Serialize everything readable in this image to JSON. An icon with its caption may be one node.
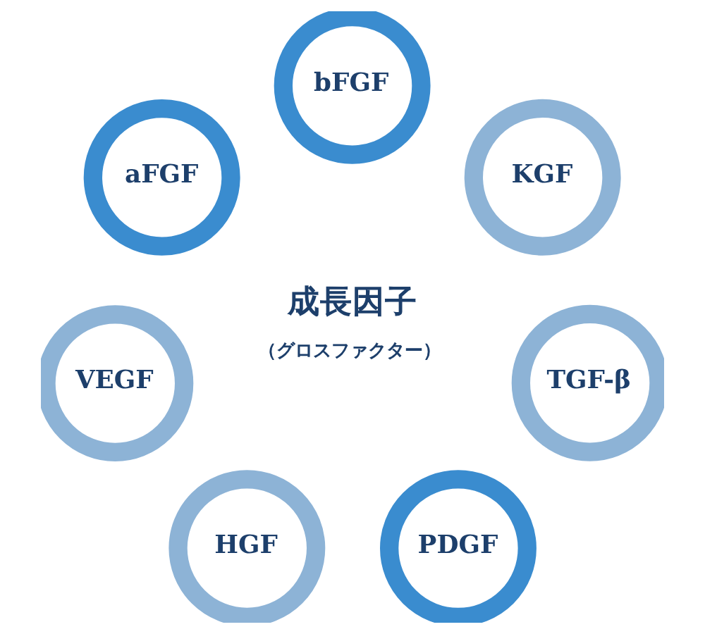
{
  "diagram": {
    "nodes": [
      {
        "text": [
          "bFGF"
        ]
      },
      {
        "text": [
          "KGF"
        ]
      },
      {
        "text": [
          "TGF-β"
        ]
      },
      {
        "text": [
          "PDGF"
        ]
      },
      {
        "text": [
          "HGF"
        ]
      },
      {
        "text": [
          "VEGF"
        ]
      },
      {
        "text": [
          "aFGF"
        ]
      }
    ],
    "labels": [
      "成長因子",
      "（グロスファクター）"
    ]
  }
}
